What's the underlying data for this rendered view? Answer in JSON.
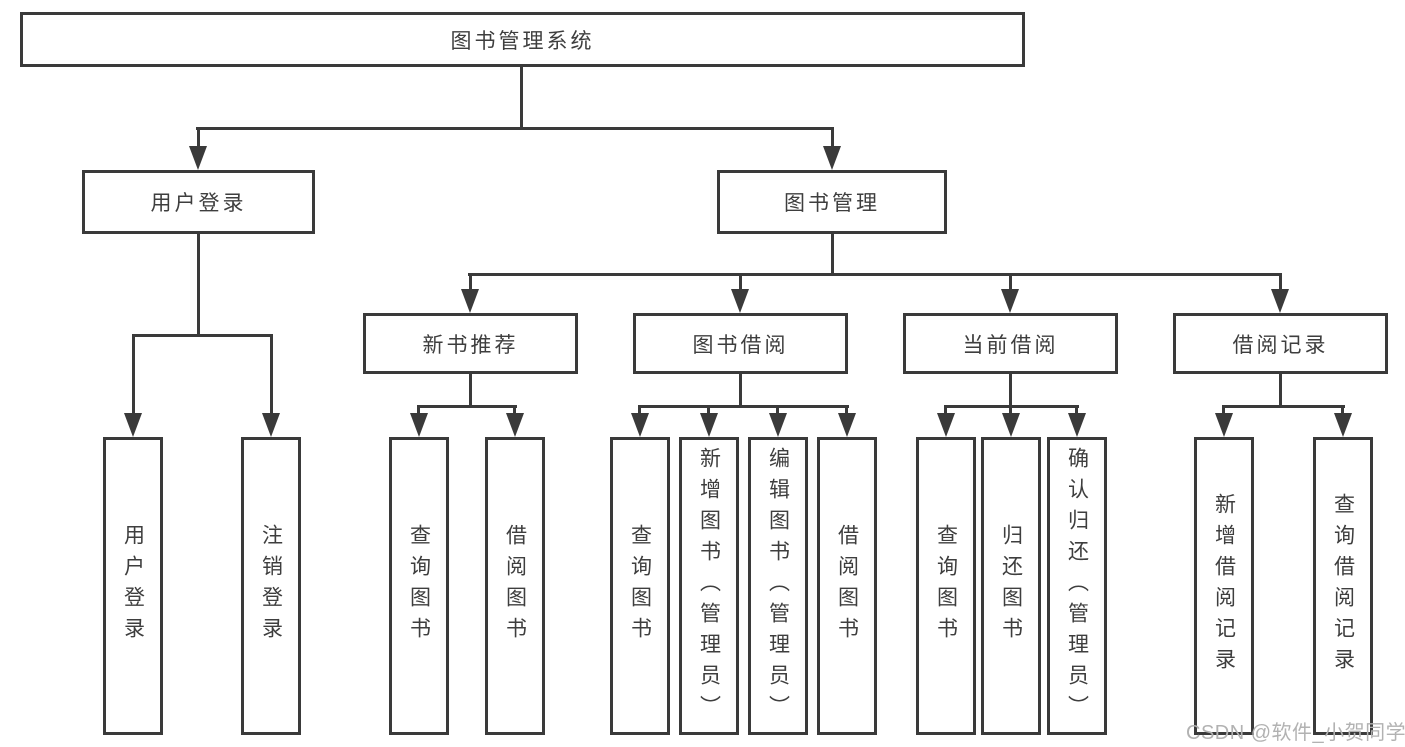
{
  "diagram": {
    "root_label": "图书管理系统",
    "children": [
      {
        "label": "用户登录",
        "children": [
          {
            "label": "用户登录"
          },
          {
            "label": "注销登录"
          }
        ]
      },
      {
        "label": "图书管理",
        "children": [
          {
            "label": "新书推荐",
            "children": [
              {
                "label": "查询图书"
              },
              {
                "label": "借阅图书"
              }
            ]
          },
          {
            "label": "图书借阅",
            "children": [
              {
                "label": "查询图书"
              },
              {
                "label": "新增图书（管理员）"
              },
              {
                "label": "编辑图书（管理员）"
              },
              {
                "label": "借阅图书"
              }
            ]
          },
          {
            "label": "当前借阅",
            "children": [
              {
                "label": "查询图书"
              },
              {
                "label": "归还图书"
              },
              {
                "label": "确认归还（管理员）"
              }
            ]
          },
          {
            "label": "借阅记录",
            "children": [
              {
                "label": "新增借阅记录"
              },
              {
                "label": "查询借阅记录"
              }
            ]
          }
        ]
      }
    ]
  },
  "watermark": "CSDN @软件_小贺同学",
  "colors": {
    "line": "#3a3a3a",
    "text": "#3e3e3e",
    "watermark": "#b2b2b2",
    "background": "#ffffff"
  }
}
